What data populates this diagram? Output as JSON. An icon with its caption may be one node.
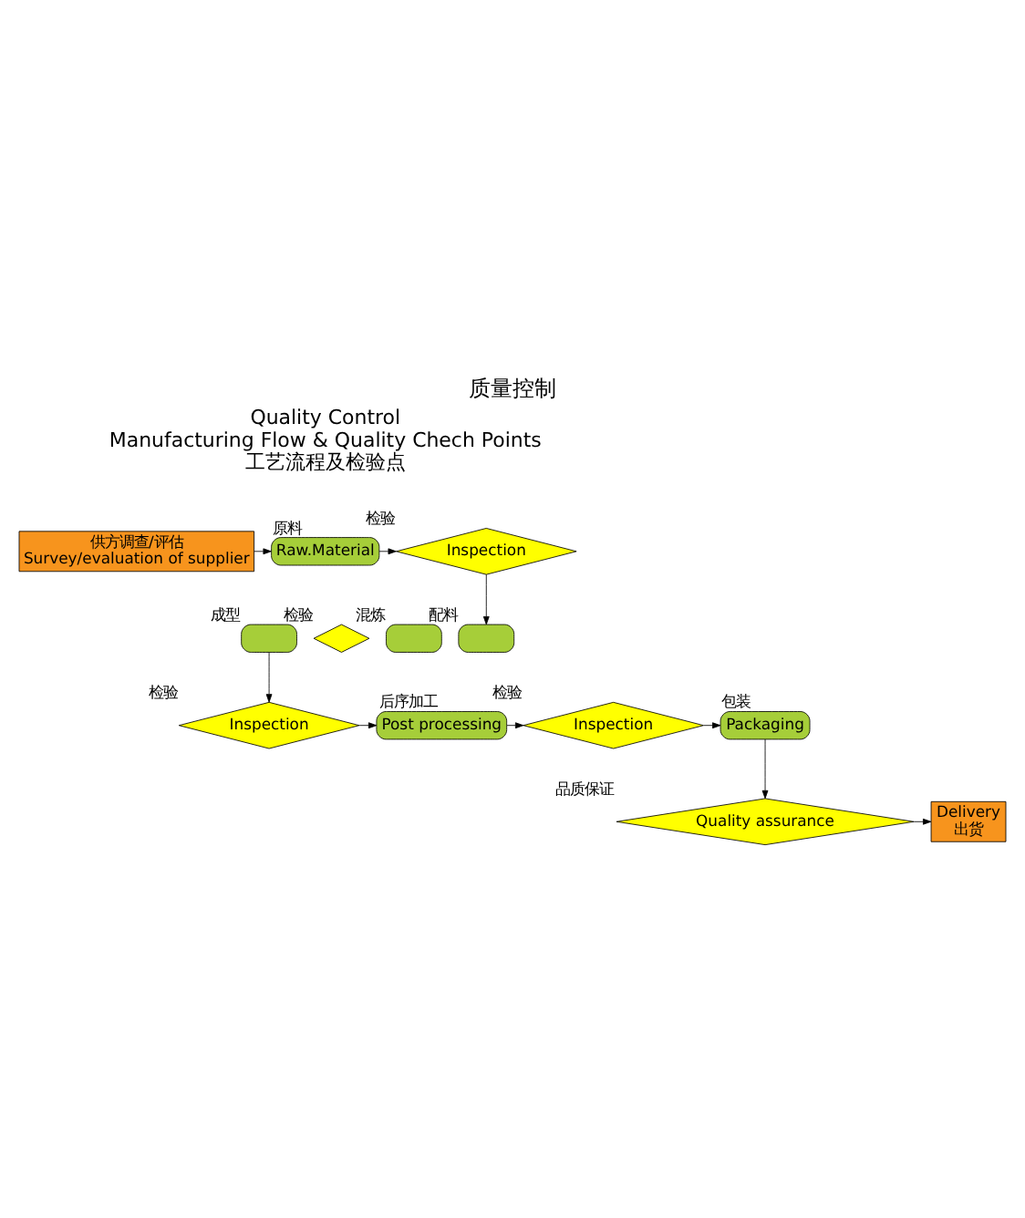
{
  "diagram": {
    "title": "质量控制",
    "nodes": [
      {
        "text": [
          "供方调查/评估",
          "Survey/evaluation of supplier"
        ]
      },
      {
        "text": [
          "Raw.Material"
        ],
        "beside": [
          "原料"
        ]
      },
      {
        "text": [
          "Inspection"
        ],
        "beside": [
          "检验"
        ]
      },
      {
        "text": [],
        "shape": "box",
        "beside": [
          "配料"
        ]
      },
      {
        "text": [],
        "shape": "box",
        "beside": [
          "混炼"
        ]
      },
      {
        "text": [],
        "shape": "diamond",
        "beside": [
          "检验"
        ]
      },
      {
        "text": [],
        "shape": "box",
        "beside": [
          "成型"
        ]
      },
      {
        "text": [
          "Inspection"
        ],
        "beside": [
          "检验"
        ]
      },
      {
        "text": [
          "Post processing"
        ],
        "beside": [
          "后序加工"
        ]
      },
      {
        "text": [
          "Inspection"
        ],
        "beside": [
          "检验"
        ]
      },
      {
        "text": [
          "Packaging"
        ],
        "beside": [
          "包装"
        ]
      },
      {
        "text": [
          "Quality assurance"
        ],
        "beside": [
          "品质保证"
        ]
      },
      {
        "text": [
          "Delivery",
          "出货"
        ]
      }
    ],
    "edges": [
      {
        "from": 0,
        "to": 1,
        "arrow": "to"
      },
      {
        "from": 1,
        "to": 2,
        "arrow": "to"
      },
      {
        "from": 2,
        "to": 3,
        "arrow": "to"
      },
      {
        "from": 6,
        "to": 7,
        "arrow": "to"
      },
      {
        "from": 7,
        "to": 8,
        "arrow": "to"
      },
      {
        "from": 8,
        "to": 9,
        "arrow": "to"
      },
      {
        "from": 9,
        "to": 10,
        "arrow": "to"
      },
      {
        "from": 10,
        "to": 11,
        "arrow": "to"
      },
      {
        "from": 11,
        "to": 12,
        "arrow": "to"
      }
    ],
    "labels": [
      "Quality Control",
      "Manufacturing Flow & Quality Chech Points",
      "工艺流程及检验点"
    ]
  }
}
